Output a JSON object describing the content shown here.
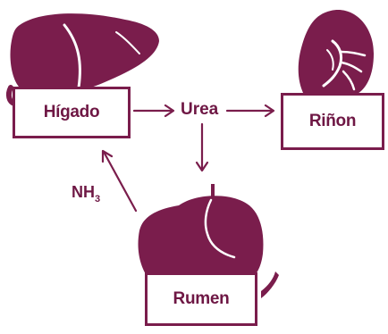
{
  "nodes": {
    "liver": "Hígado",
    "kidney": "Riñon",
    "rumen": "Rumen"
  },
  "intermediates": {
    "urea": "Urea",
    "ammonia_base": "NH",
    "ammonia_sub": "3"
  },
  "icons": {
    "liver": "liver-icon",
    "kidney": "kidney-icon",
    "rumen": "rumen-icon"
  },
  "colors": {
    "primary": "#7a1d4c",
    "text": "#6e1744",
    "background": "#ffffff"
  }
}
